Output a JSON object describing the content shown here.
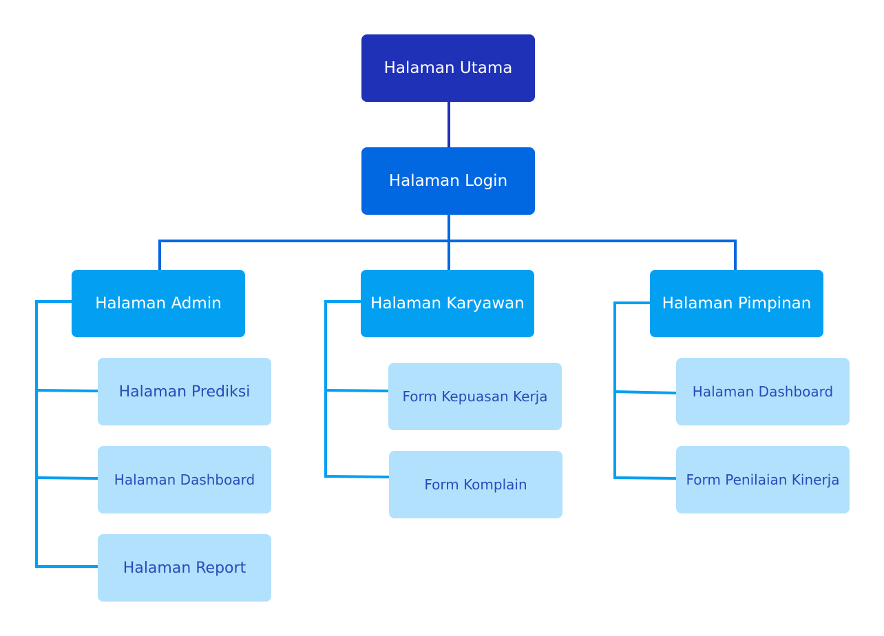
{
  "colors": {
    "root": "#1e31b7",
    "login": "#0268e2",
    "role": "#03a0f2",
    "leaf": "#b1e1fd",
    "leaf_text": "#2a4ab8",
    "connector_dark": "#1e31b7",
    "connector_mid": "#0268e2",
    "connector_light": "#03a0f2"
  },
  "root": {
    "label": "Halaman Utama"
  },
  "login": {
    "label": "Halaman Login"
  },
  "admin": {
    "label": "Halaman Admin",
    "children": [
      {
        "label": "Halaman Prediksi"
      },
      {
        "label": "Halaman Dashboard"
      },
      {
        "label": "Halaman Report"
      }
    ]
  },
  "karyawan": {
    "label": "Halaman Karyawan",
    "children": [
      {
        "label": "Form Kepuasan Kerja"
      },
      {
        "label": "Form Komplain"
      }
    ]
  },
  "pimpinan": {
    "label": "Halaman Pimpinan",
    "children": [
      {
        "label": "Halaman Dashboard"
      },
      {
        "label": "Form Penilaian Kinerja"
      }
    ]
  }
}
